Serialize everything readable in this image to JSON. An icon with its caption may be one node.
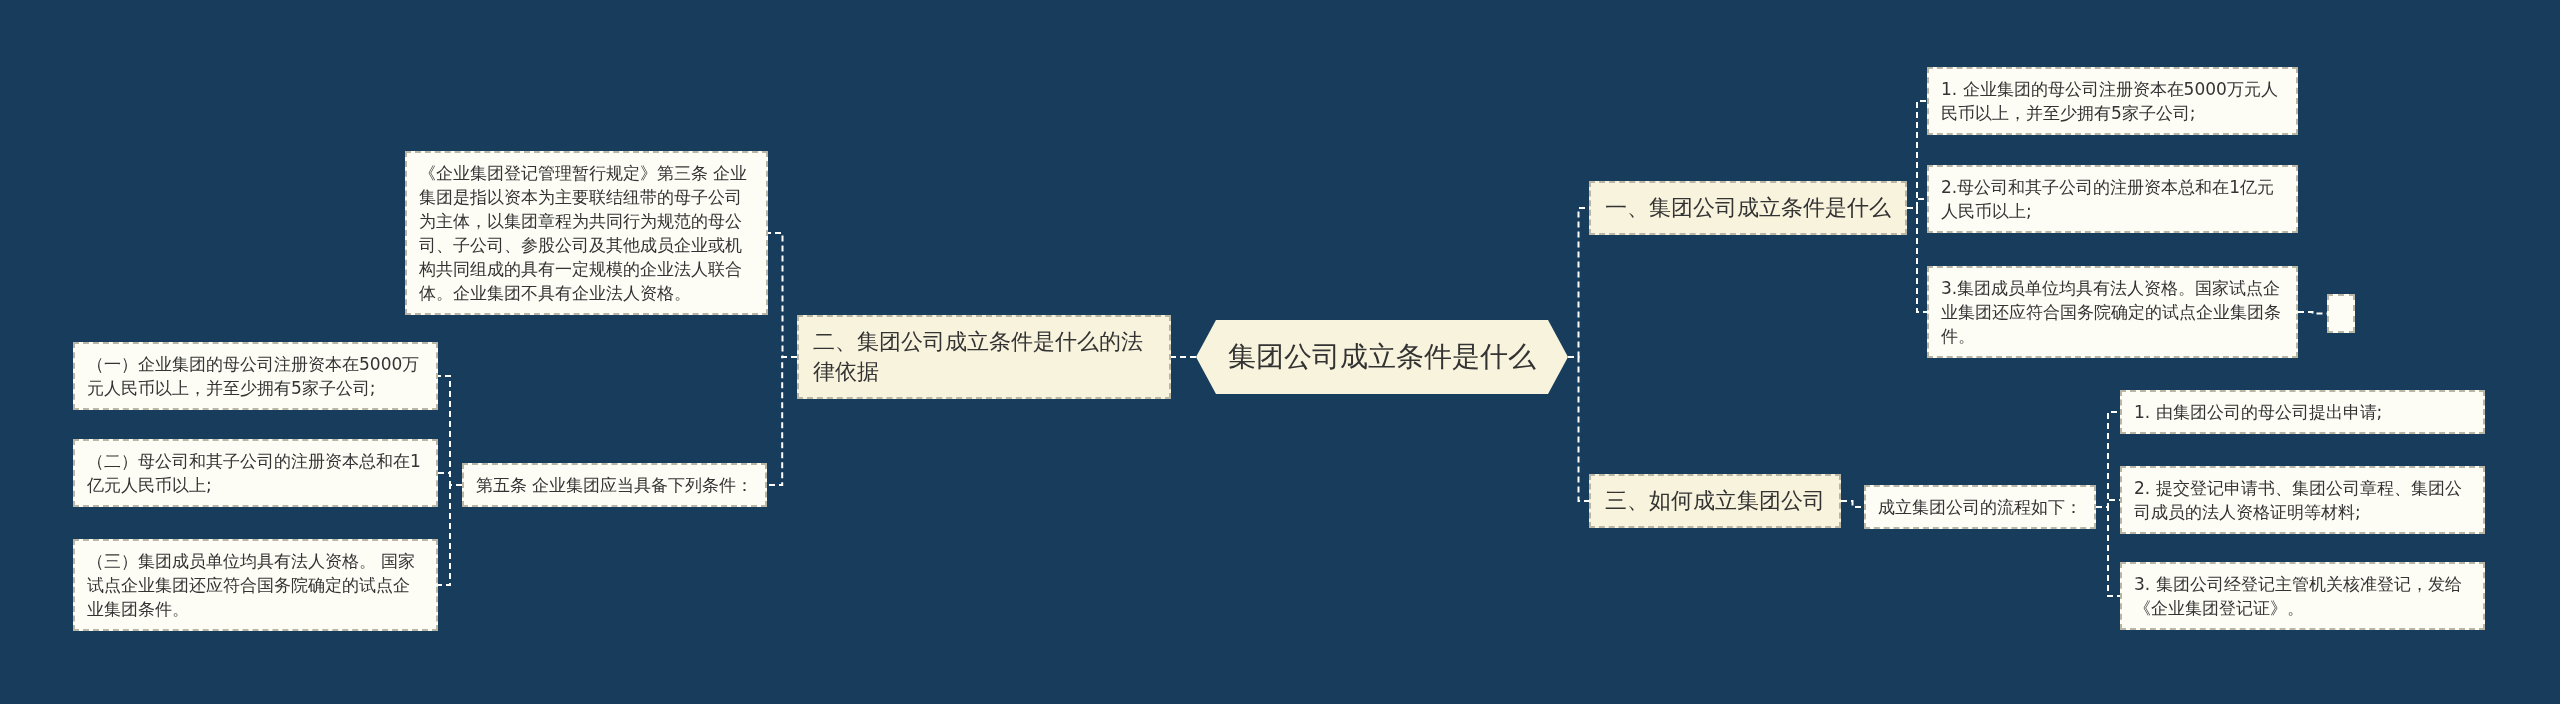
{
  "diagram": {
    "nodes": [
      {
        "text": [
          "集团公司成立条件是什么"
        ]
      },
      {
        "text": [
          "二、集团公司成立条件是什么的法律依据"
        ]
      },
      {
        "text": [
          "《企业集团登记管理暂行规定》第三条 企业集团是指以资本为主要联结纽带的母子公司为主体，以集团章程为共同行为规范的母公司、子公司、参股公司及其他成员企业或机构共同组成的具有一定规模的企业法人联合体。企业集团不具有企业法人资格。"
        ]
      },
      {
        "text": [
          "第五条 企业集团应当具备下列条件："
        ]
      },
      {
        "text": [
          "（一）企业集团的母公司注册资本在5000万元人民币以上，并至少拥有5家子公司;"
        ]
      },
      {
        "text": [
          "（二）母公司和其子公司的注册资本总和在1亿元人民币以上;"
        ]
      },
      {
        "text": [
          "（三）集团成员单位均具有法人资格。 国家试点企业集团还应符合国务院确定的试点企业集团条件。"
        ]
      },
      {
        "text": [
          "一、集团公司成立条件是什么"
        ]
      },
      {
        "text": [
          "1. 企业集团的母公司注册资本在5000万元人民币以上，并至少拥有5家子公司;"
        ]
      },
      {
        "text": [
          "2.母公司和其子公司的注册资本总和在1亿元人民币以上;"
        ]
      },
      {
        "text": [
          "3.集团成员单位均具有法人资格。国家试点企业集团还应符合国务院确定的试点企业集团条件。"
        ]
      },
      {
        "text": [],
        "shape": "box"
      },
      {
        "text": [
          "三、如何成立集团公司"
        ]
      },
      {
        "text": [
          "成立集团公司的流程如下："
        ]
      },
      {
        "text": [
          "1. 由集团公司的母公司提出申请;"
        ]
      },
      {
        "text": [
          "2. 提交登记申请书、集团公司章程、集团公司成员的法人资格证明等材料;"
        ]
      },
      {
        "text": [
          "3. 集团公司经登记主管机关核准登记，发给《企业集团登记证》。"
        ]
      }
    ],
    "edges": [
      {
        "from": 0,
        "to": 1,
        "arrow": "none"
      },
      {
        "from": 1,
        "to": 2,
        "arrow": "none"
      },
      {
        "from": 1,
        "to": 3,
        "arrow": "none"
      },
      {
        "from": 3,
        "to": 4,
        "arrow": "none"
      },
      {
        "from": 3,
        "to": 5,
        "arrow": "none"
      },
      {
        "from": 3,
        "to": 6,
        "arrow": "none"
      },
      {
        "from": 0,
        "to": 7,
        "arrow": "none"
      },
      {
        "from": 7,
        "to": 8,
        "arrow": "none"
      },
      {
        "from": 7,
        "to": 9,
        "arrow": "none"
      },
      {
        "from": 7,
        "to": 10,
        "arrow": "none"
      },
      {
        "from": 10,
        "to": 11,
        "arrow": "none"
      },
      {
        "from": 0,
        "to": 12,
        "arrow": "none"
      },
      {
        "from": 12,
        "to": 13,
        "arrow": "none"
      },
      {
        "from": 13,
        "to": 14,
        "arrow": "none"
      },
      {
        "from": 13,
        "to": 15,
        "arrow": "none"
      },
      {
        "from": 13,
        "to": 16,
        "arrow": "none"
      }
    ]
  }
}
